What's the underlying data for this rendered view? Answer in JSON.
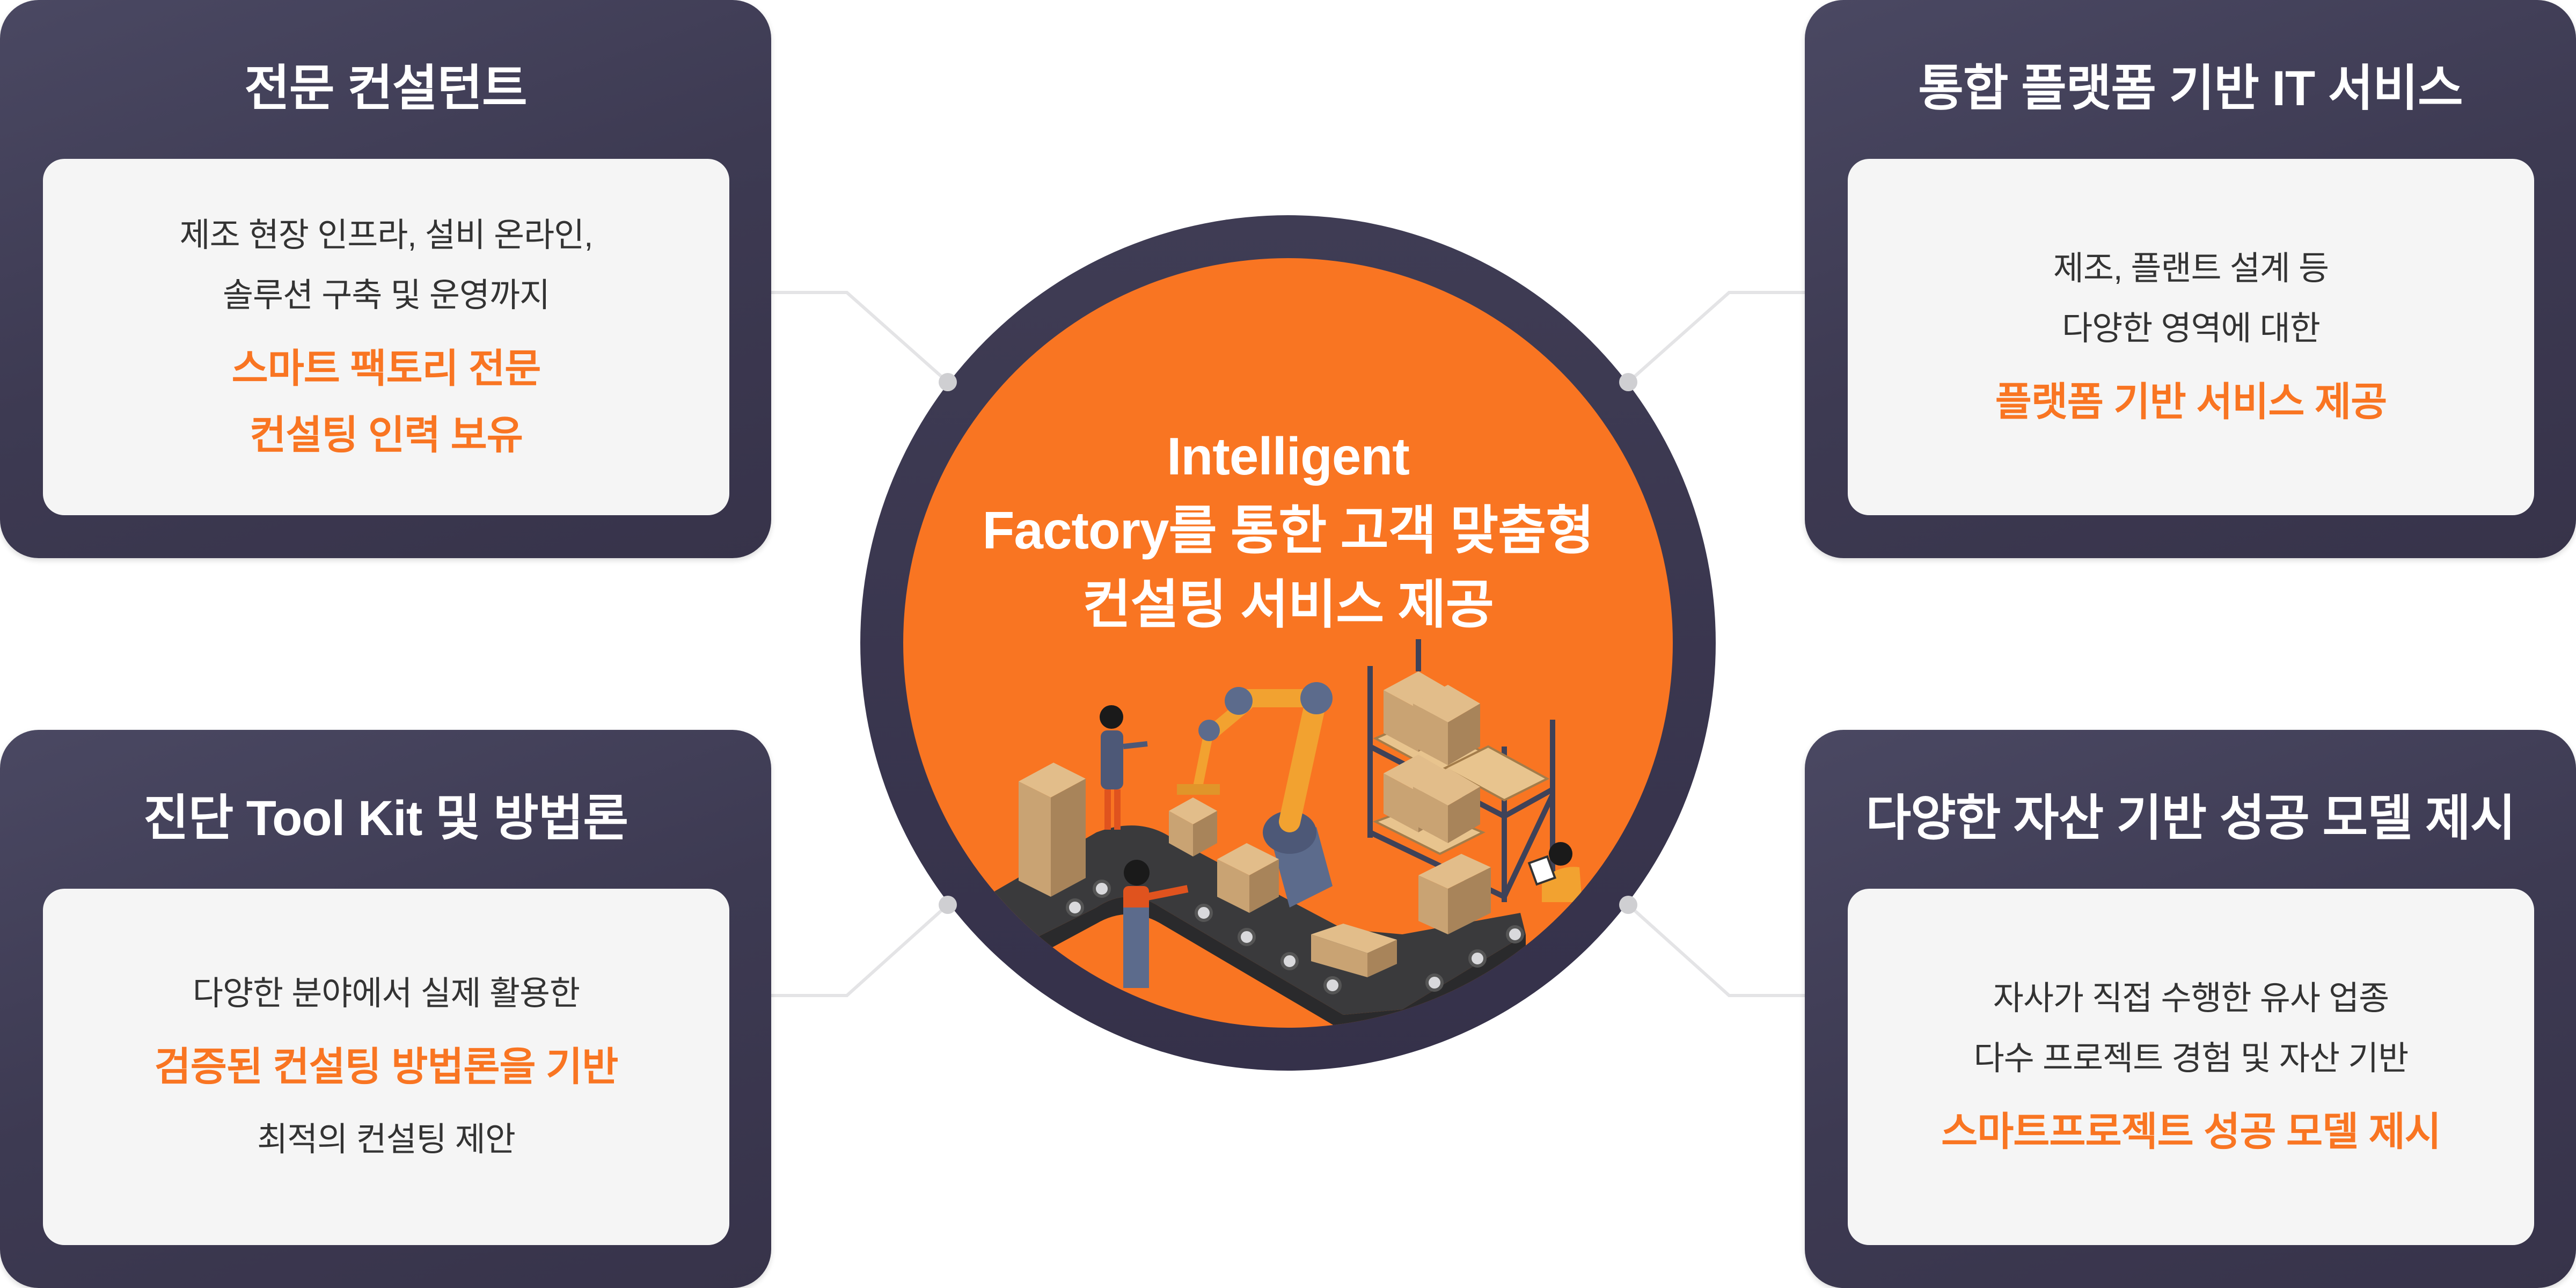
{
  "center": {
    "lines": [
      "Intelligent",
      "Factory를 통한 고객 맞춤형",
      "컨설팅 서비스 제공"
    ]
  },
  "cards": [
    {
      "title": "전문 컨설턴트",
      "lines": [
        {
          "text": "제조 현장 인프라, 설비 온라인,",
          "highlight": false
        },
        {
          "text": "솔루션 구축 및 운영까지",
          "highlight": false
        },
        {
          "text": "스마트 팩토리 전문",
          "highlight": true
        },
        {
          "text": "컨설팅 인력 보유",
          "highlight": true
        }
      ]
    },
    {
      "title": "통합 플랫폼 기반 IT 서비스",
      "lines": [
        {
          "text": "제조, 플랜트 설계 등",
          "highlight": false
        },
        {
          "text": "다양한 영역에 대한",
          "highlight": false
        },
        {
          "text": "플랫폼 기반 서비스 제공",
          "highlight": true
        }
      ]
    },
    {
      "title": "진단 Tool Kit 및 방법론",
      "lines": [
        {
          "text": "다양한 분야에서 실제 활용한",
          "highlight": false
        },
        {
          "text": "검증된 컨설팅 방법론을 기반",
          "highlight": true
        },
        {
          "text": "최적의 컨설팅 제안",
          "highlight": false
        }
      ]
    },
    {
      "title": "다양한 자산 기반 성공 모델 제시",
      "lines": [
        {
          "text": "자사가 직접 수행한 유사 업종",
          "highlight": false
        },
        {
          "text": "다수 프로젝트 경험 및 자산 기반",
          "highlight": false
        },
        {
          "text": "스마트프로젝트 성공 모델 제시",
          "highlight": true
        }
      ]
    }
  ],
  "colors": {
    "accent": "#f97522",
    "card_dark": "#3f3c54",
    "inner_bg": "#f5f5f5",
    "body_text": "#333333"
  },
  "illustration": "smart-factory-conveyor-robot-arm-warehouse"
}
